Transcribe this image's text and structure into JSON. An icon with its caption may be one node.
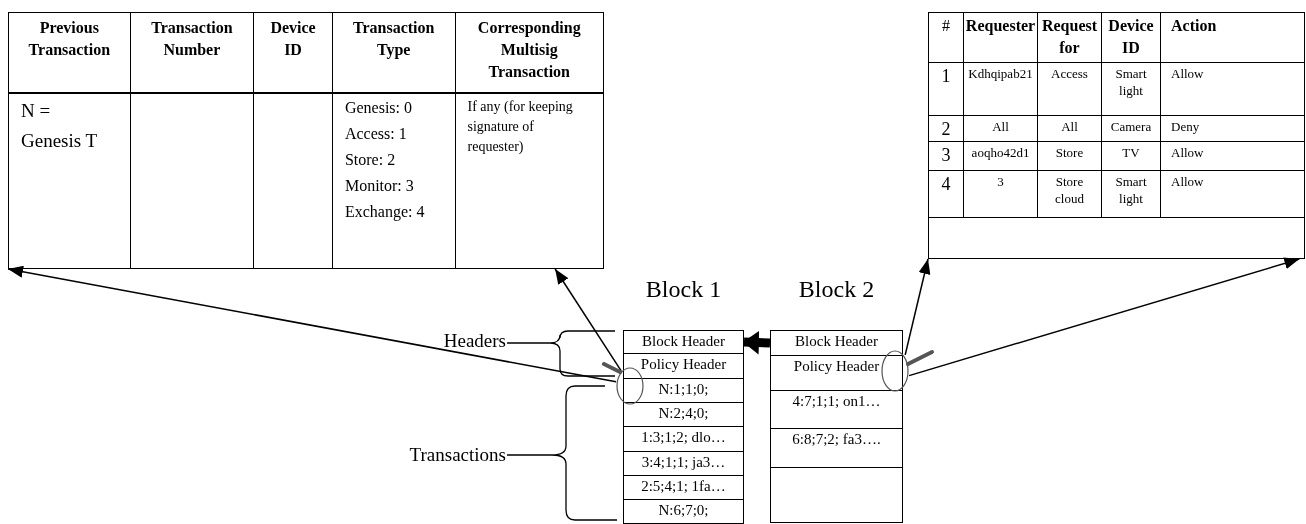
{
  "diagram": {
    "nodes": [
      {
        "text": [
          "Previous Transaction",
          "Transaction Number",
          "Device ID",
          "Transaction Type",
          "Corresponding Multisig Transaction",
          "N = Genesis T",
          "Genesis: 0",
          "Access: 1",
          "Store: 2",
          "Monitor: 3",
          "Exchange: 4",
          "If any (for keeping signature of requester)"
        ]
      },
      {
        "text": [
          "#",
          "Requester",
          "Request for",
          "Device ID",
          "Action",
          "1",
          "Kdhqipab21",
          "Access",
          "Smart light",
          "Allow",
          "2",
          "All",
          "All",
          "Camera",
          "Deny",
          "3",
          "aoqho42d1",
          "Store",
          "TV",
          "Allow",
          "4",
          "3",
          "Store cloud",
          "Smart light",
          "Allow"
        ]
      },
      {
        "text": [
          "Block 1"
        ]
      },
      {
        "text": [
          "Block Header"
        ],
        "in": 2
      },
      {
        "text": [
          "Policy Header"
        ],
        "in": 2
      },
      {
        "text": [
          "N:1;1;0;"
        ],
        "in": 2
      },
      {
        "text": [
          "N:2;4;0;"
        ],
        "in": 2
      },
      {
        "text": [
          "1:3;1;2; dlo…"
        ],
        "in": 2
      },
      {
        "text": [
          "3:4;1;1; ja3…"
        ],
        "in": 2
      },
      {
        "text": [
          "2:5;4;1; 1fa…"
        ],
        "in": 2
      },
      {
        "text": [
          "N:6;7;0;"
        ],
        "in": 2
      },
      {
        "text": [
          "Block 2"
        ]
      },
      {
        "text": [
          "Block Header"
        ],
        "in": 11
      },
      {
        "text": [
          "Policy Header"
        ],
        "in": 11
      },
      {
        "text": [
          "4:7;1;1; on1…"
        ],
        "in": 11
      },
      {
        "text": [
          "6:8;7;2; fa3…."
        ],
        "in": 11
      },
      {
        "text": [],
        "shape": "box",
        "in": 11
      },
      {
        "text": [],
        "shape": "circle"
      },
      {
        "text": [],
        "shape": "circle"
      }
    ],
    "edges": [
      {
        "from": 17,
        "to": 0,
        "arrow": "to"
      },
      {
        "from": 17,
        "to": 0,
        "arrow": "to"
      },
      {
        "from": 18,
        "to": 1,
        "arrow": "to"
      },
      {
        "from": 18,
        "to": 1,
        "arrow": "to"
      },
      {
        "from": 12,
        "to": 3,
        "arrow": "to",
        "style": "thick"
      }
    ],
    "labels": [
      "Headers",
      "Transactions"
    ]
  }
}
